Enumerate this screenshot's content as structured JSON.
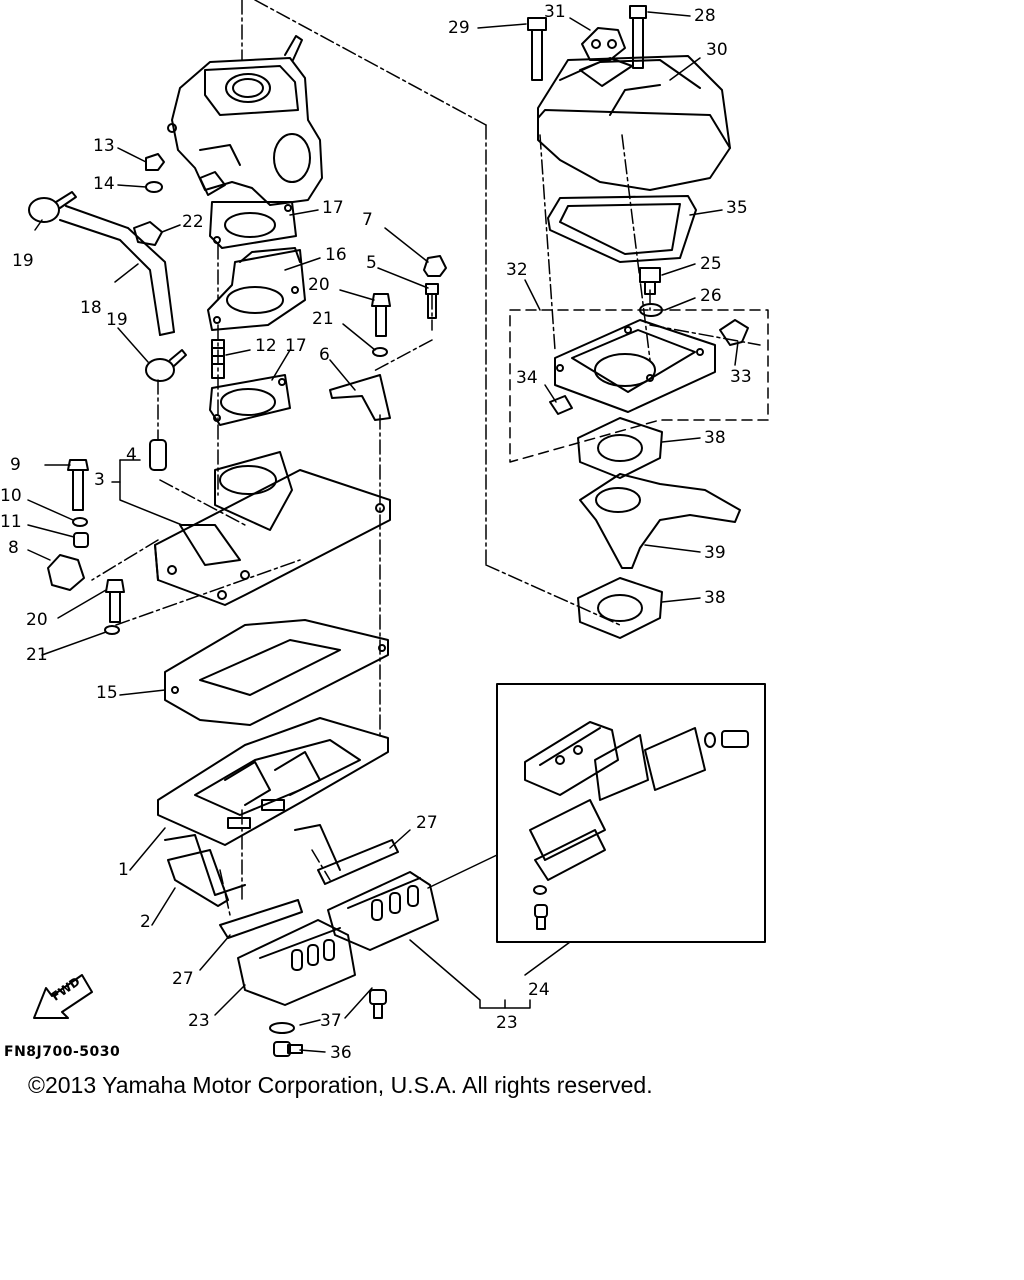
{
  "callouts": {
    "p1": "1",
    "p2": "2",
    "p3": "3",
    "p4": "4",
    "p5": "5",
    "p6": "6",
    "p7": "7",
    "p8": "8",
    "p9": "9",
    "p10": "10",
    "p11": "11",
    "p12": "12",
    "p13": "13",
    "p14": "14",
    "p15": "15",
    "p16": "16",
    "p17a": "17",
    "p17b": "17",
    "p18": "18",
    "p19a": "19",
    "p19b": "19",
    "p20a": "20",
    "p20b": "20",
    "p21a": "21",
    "p21b": "21",
    "p22": "22",
    "p23a": "23",
    "p23b": "23",
    "p24": "24",
    "p25": "25",
    "p26": "26",
    "p27a": "27",
    "p27b": "27",
    "p28": "28",
    "p29": "29",
    "p30": "30",
    "p31": "31",
    "p32": "32",
    "p33": "33",
    "p34": "34",
    "p35": "35",
    "p36": "36",
    "p37": "37",
    "p38a": "38",
    "p38b": "38",
    "p39": "39"
  },
  "fwd_label": "FWD",
  "drawing_code": "FN8J700-5030",
  "copyright": "©2013 Yamaha Motor Corporation, U.S.A. All rights reserved.",
  "colors": {
    "ink": "#000000",
    "paper": "#ffffff"
  }
}
